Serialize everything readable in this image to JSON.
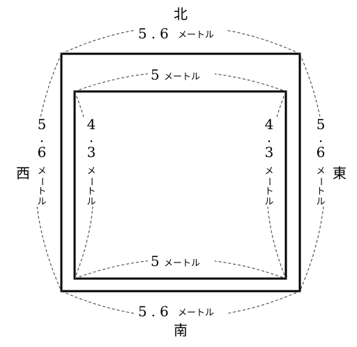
{
  "directions": {
    "north": "北",
    "south": "南",
    "east": "東",
    "west": "西"
  },
  "outer": {
    "top_value": "5.6",
    "bottom_value": "5.6",
    "left_value": "5.6",
    "right_value": "5.6",
    "unit": "メートル"
  },
  "inner": {
    "top_value": "5",
    "bottom_value": "5",
    "left_value": "4.3",
    "right_value": "4.3",
    "unit": "メートル"
  }
}
